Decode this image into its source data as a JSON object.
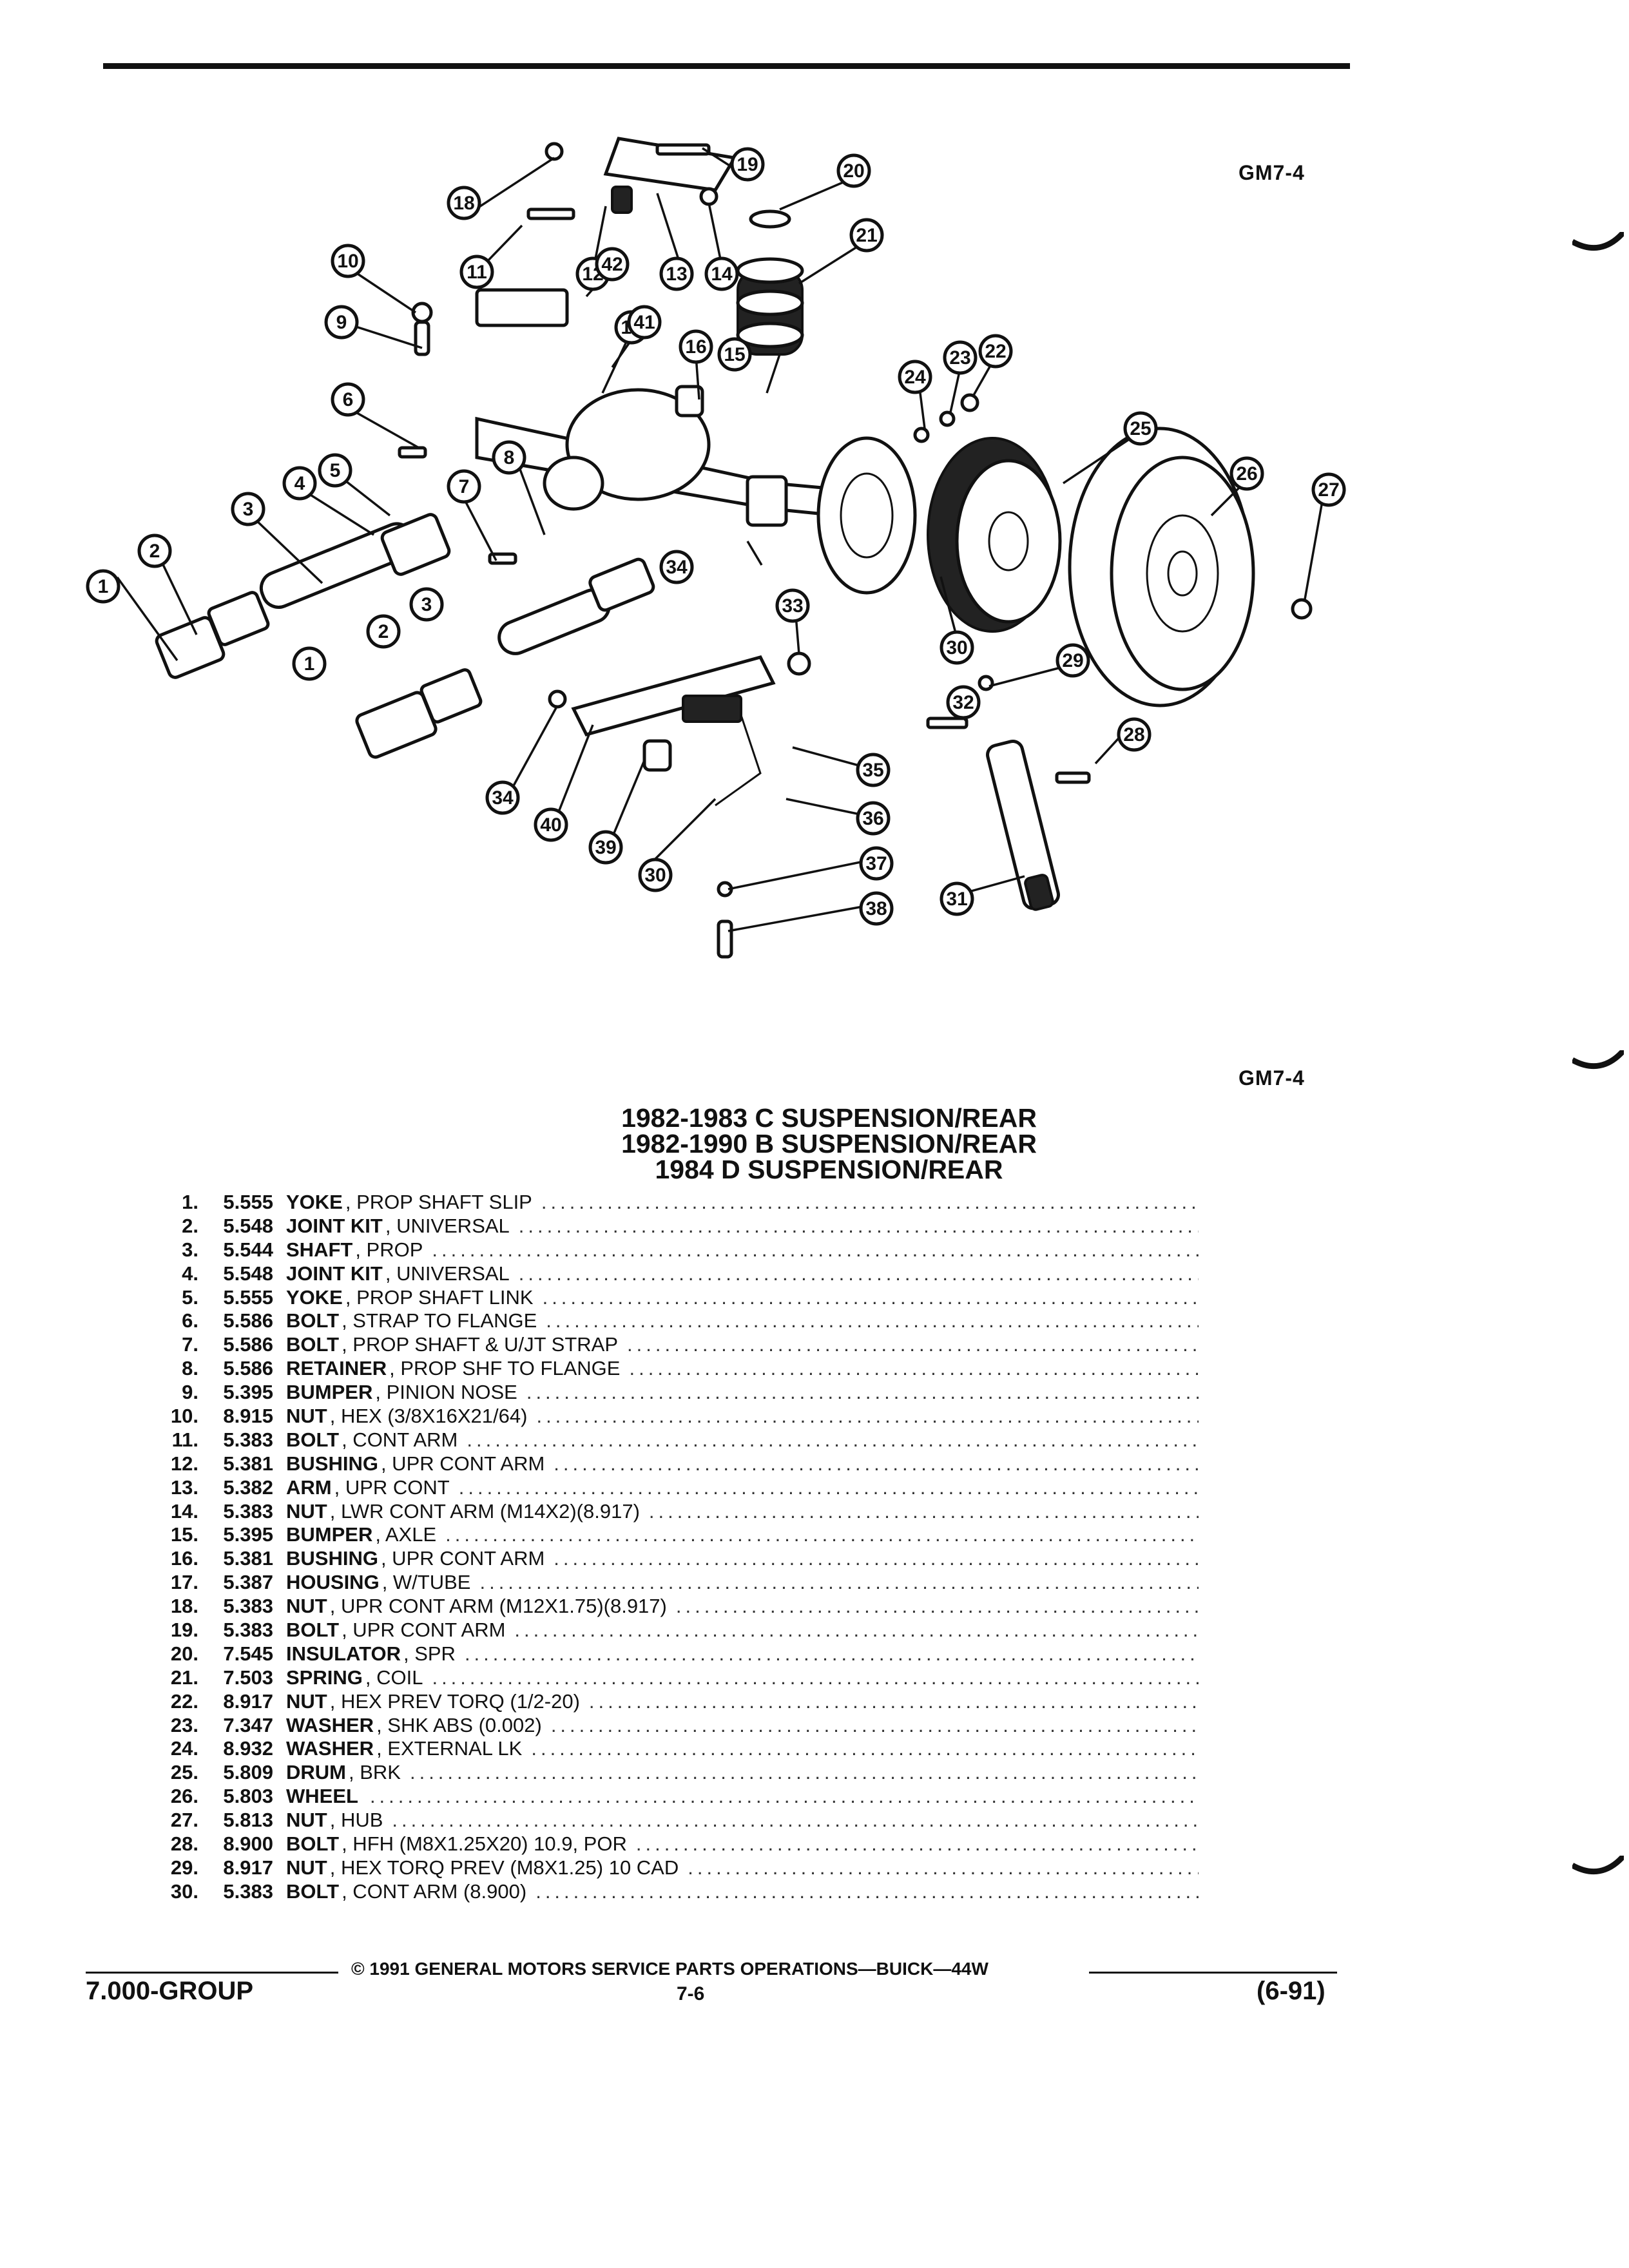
{
  "header": {
    "ref_top": "GM7-4",
    "ref_bottom": "GM7-4"
  },
  "callouts": [
    "1",
    "2",
    "3",
    "4",
    "5",
    "6",
    "7",
    "8",
    "9",
    "10",
    "11",
    "12",
    "13",
    "14",
    "15",
    "16",
    "17",
    "18",
    "19",
    "20",
    "21",
    "22",
    "23",
    "24",
    "25",
    "26",
    "27",
    "28",
    "29",
    "30",
    "31",
    "32",
    "33",
    "34",
    "35",
    "36",
    "37",
    "38",
    "39",
    "40",
    "41",
    "42"
  ],
  "titles": [
    "1982-1983 C SUSPENSION/REAR",
    "1982-1990 B SUSPENSION/REAR",
    "1984 D SUSPENSION/REAR"
  ],
  "parts": [
    {
      "num": "1.",
      "code": "5.555",
      "name": "YOKE",
      "desc": ", PROP SHAFT SLIP"
    },
    {
      "num": "2.",
      "code": "5.548",
      "name": "JOINT KIT",
      "desc": ", UNIVERSAL"
    },
    {
      "num": "3.",
      "code": "5.544",
      "name": "SHAFT",
      "desc": ", PROP"
    },
    {
      "num": "4.",
      "code": "5.548",
      "name": "JOINT KIT",
      "desc": ", UNIVERSAL"
    },
    {
      "num": "5.",
      "code": "5.555",
      "name": "YOKE",
      "desc": ", PROP SHAFT LINK"
    },
    {
      "num": "6.",
      "code": "5.586",
      "name": "BOLT",
      "desc": ", STRAP TO FLANGE"
    },
    {
      "num": "7.",
      "code": "5.586",
      "name": "BOLT",
      "desc": ", PROP SHAFT & U/JT STRAP"
    },
    {
      "num": "8.",
      "code": "5.586",
      "name": "RETAINER",
      "desc": ", PROP SHF TO FLANGE"
    },
    {
      "num": "9.",
      "code": "5.395",
      "name": "BUMPER",
      "desc": ", PINION NOSE"
    },
    {
      "num": "10.",
      "code": "8.915",
      "name": "NUT",
      "desc": ", HEX (3/8X16X21/64)"
    },
    {
      "num": "11.",
      "code": "5.383",
      "name": "BOLT",
      "desc": ", CONT ARM"
    },
    {
      "num": "12.",
      "code": "5.381",
      "name": "BUSHING",
      "desc": ", UPR CONT ARM"
    },
    {
      "num": "13.",
      "code": "5.382",
      "name": "ARM",
      "desc": ", UPR CONT"
    },
    {
      "num": "14.",
      "code": "5.383",
      "name": "NUT",
      "desc": ", LWR CONT ARM (M14X2)(8.917)"
    },
    {
      "num": "15.",
      "code": "5.395",
      "name": "BUMPER",
      "desc": ", AXLE"
    },
    {
      "num": "16.",
      "code": "5.381",
      "name": "BUSHING",
      "desc": ", UPR CONT ARM"
    },
    {
      "num": "17.",
      "code": "5.387",
      "name": "HOUSING",
      "desc": ", W/TUBE"
    },
    {
      "num": "18.",
      "code": "5.383",
      "name": "NUT",
      "desc": ", UPR CONT ARM (M12X1.75)(8.917)"
    },
    {
      "num": "19.",
      "code": "5.383",
      "name": "BOLT",
      "desc": ", UPR CONT ARM"
    },
    {
      "num": "20.",
      "code": "7.545",
      "name": "INSULATOR",
      "desc": ", SPR"
    },
    {
      "num": "21.",
      "code": "7.503",
      "name": "SPRING",
      "desc": ", COIL"
    },
    {
      "num": "22.",
      "code": "8.917",
      "name": "NUT",
      "desc": ", HEX PREV TORQ (1/2-20)"
    },
    {
      "num": "23.",
      "code": "7.347",
      "name": "WASHER",
      "desc": ", SHK ABS (0.002)"
    },
    {
      "num": "24.",
      "code": "8.932",
      "name": "WASHER",
      "desc": ", EXTERNAL LK"
    },
    {
      "num": "25.",
      "code": "5.809",
      "name": "DRUM",
      "desc": ", BRK"
    },
    {
      "num": "26.",
      "code": "5.803",
      "name": "WHEEL",
      "desc": ""
    },
    {
      "num": "27.",
      "code": "5.813",
      "name": "NUT",
      "desc": ", HUB"
    },
    {
      "num": "28.",
      "code": "8.900",
      "name": "BOLT",
      "desc": ", HFH (M8X1.25X20) 10.9, POR"
    },
    {
      "num": "29.",
      "code": "8.917",
      "name": "NUT",
      "desc": ", HEX TORQ PREV (M8X1.25) 10 CAD"
    },
    {
      "num": "30.",
      "code": "5.383",
      "name": "BOLT",
      "desc": ", CONT ARM (8.900)"
    }
  ],
  "footer": {
    "copyright": "© 1991 GENERAL MOTORS SERVICE PARTS OPERATIONS—BUICK—44W",
    "group": "7.000-GROUP",
    "page": "7-6",
    "date": "(6-91)"
  }
}
